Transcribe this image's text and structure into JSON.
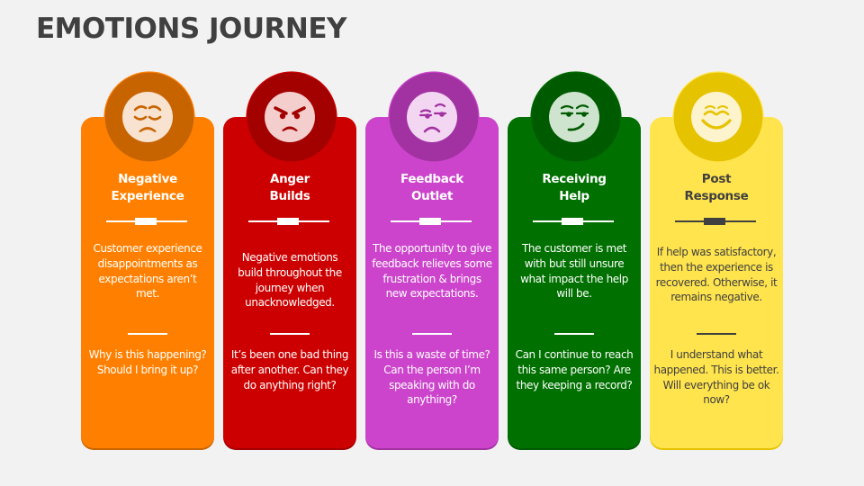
{
  "title": "EMOTIONS JOURNEY",
  "stages": [
    {
      "heading_line1": "Negative",
      "heading_line2": "Experience",
      "description": "Customer experience disappointments as expectations aren’t met.",
      "question": "Why is this happening? Should I bring it up?",
      "icon": "sad-face-icon",
      "colors": {
        "card": "#ff8000",
        "ring": "#c86400",
        "face": "#f8e2d0",
        "feature": "#c86400",
        "text": "#ffffff"
      }
    },
    {
      "heading_line1": "Anger",
      "heading_line2": "Builds",
      "description": "Negative emotions build throughout the journey when unacknowledged.",
      "question": "It’s been one bad thing after another. Can they do anything right?",
      "icon": "angry-face-icon",
      "colors": {
        "card": "#cc0000",
        "ring": "#a30000",
        "face": "#f4cdcd",
        "feature": "#a30000",
        "text": "#ffffff"
      }
    },
    {
      "heading_line1": "Feedback",
      "heading_line2": "Outlet",
      "description": "The opportunity to give feedback relieves some frustration & brings new expectations.",
      "question": "Is this a waste of time? Can the person I’m speaking with do anything?",
      "icon": "skeptical-face-icon",
      "colors": {
        "card": "#cc44cc",
        "ring": "#a232a2",
        "face": "#f2d6f2",
        "feature": "#a232a2",
        "text": "#ffffff"
      }
    },
    {
      "heading_line1": "Receiving",
      "heading_line2": "Help",
      "description": "The customer is met with but still unsure what impact the help will be.",
      "question": "Can I continue to reach this same person? Are they keeping a record?",
      "icon": "smirk-face-icon",
      "colors": {
        "card": "#007000",
        "ring": "#005a00",
        "face": "#cfe4cf",
        "feature": "#005a00",
        "text": "#ffffff"
      }
    },
    {
      "heading_line1": "Post",
      "heading_line2": "Response",
      "description": "If help was satisfactory, then the experience is recovered. Otherwise, it remains negative.",
      "question": "I understand what happened. This is better. Will everything be ok now?",
      "icon": "happy-face-icon",
      "colors": {
        "card": "#ffe44d",
        "ring": "#e6c300",
        "face": "#fdf3cc",
        "feature": "#e6c300",
        "text": "#404040"
      }
    }
  ]
}
